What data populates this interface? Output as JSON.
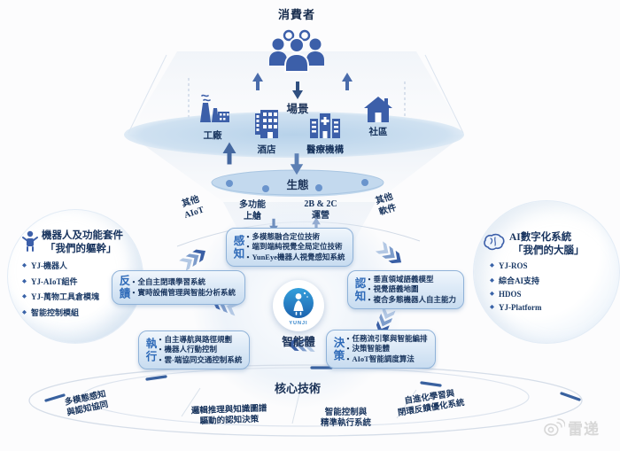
{
  "consumer": {
    "label": "消費者"
  },
  "scene": {
    "label": "場景",
    "items": [
      {
        "label": "工廠"
      },
      {
        "label": "酒店"
      },
      {
        "label": "醫療機構"
      },
      {
        "label": "社區"
      }
    ]
  },
  "ecosystem": {
    "label": "生態",
    "tags": [
      {
        "line1": "其他",
        "line2": "AIoT"
      },
      {
        "line1": "多功能",
        "line2": "上艙"
      },
      {
        "line1": "2B & 2C",
        "line2": "運營"
      },
      {
        "line1": "其他",
        "line2": "軟件"
      }
    ]
  },
  "left_circle": {
    "title1": "機器人及功能套件",
    "title2": "「我們的軀幹」",
    "items": [
      "YJ-機器人",
      "YJ-AIoT組件",
      "YJ-萬物工具倉模塊",
      "智能控制模組"
    ]
  },
  "right_circle": {
    "title1": "AI數字化系統",
    "title2": "「我們的大腦」",
    "items": [
      "YJ-ROS",
      "綜合AI支持",
      "HDOS",
      "YJ-Platform"
    ]
  },
  "agent": {
    "label": "智能體",
    "logo_text": "YUNJI"
  },
  "nodes": {
    "perception": {
      "label": "感知",
      "items": [
        "多模態融合定位技術",
        "端到端純視覺全局定位技術",
        "YunEye機器人視覺感知系統"
      ]
    },
    "cognition": {
      "label": "認知",
      "items": [
        "垂直領域語義模型",
        "視覺語義地圖",
        "複合多態機器人自主能力"
      ]
    },
    "feedback": {
      "label": "反饋",
      "items": [
        "全自主閉環學習系統",
        "實時設備管理與智能分析系統"
      ]
    },
    "execution": {
      "label": "執行",
      "items": [
        "自主導航與路徑規劃",
        "機器人行動控制",
        "雲-端協同交通控制系統"
      ]
    },
    "decision": {
      "label": "決策",
      "items": [
        "任務流引擎與智能編排",
        "決策智能體",
        "AIoT智能調度算法"
      ]
    }
  },
  "bottom": {
    "core": "核心技術",
    "labels": [
      {
        "line1": "多模態感知",
        "line2": "與認知協同"
      },
      {
        "line1": "邏輯推理與知識圖譜",
        "line2": "驅動的認知決策"
      },
      {
        "line1": "智能控制與",
        "line2": "精準執行系統"
      },
      {
        "line1": "自進化學習與",
        "line2": "閉環反饋優化系統"
      }
    ]
  },
  "watermark": {
    "label": "雷递"
  },
  "colors": {
    "primary_blue": "#3c5fa9",
    "accent_blue": "#2e6ab8",
    "navy_text": "#17335c",
    "box_fill": "#cde0f2",
    "platform_blue": "#c3d9ee"
  }
}
